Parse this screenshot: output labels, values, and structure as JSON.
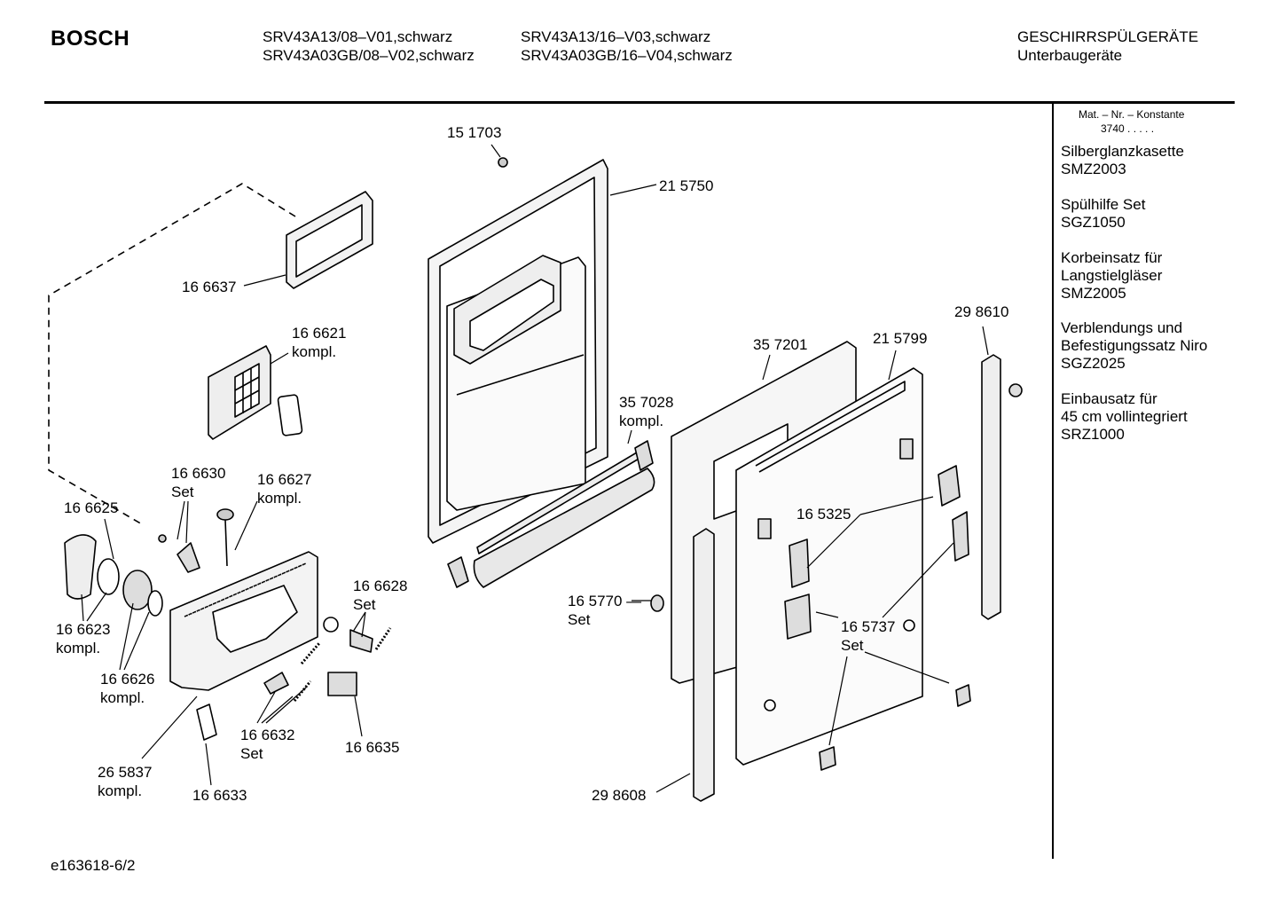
{
  "header": {
    "brand": "BOSCH",
    "models_col1": [
      "SRV43A13/08–V01,schwarz",
      "SRV43A03GB/08–V02,schwarz"
    ],
    "models_col2": [
      "SRV43A13/16–V03,schwarz",
      "SRV43A03GB/16–V04,schwarz"
    ],
    "category_title": "GESCHIRRSPÜLGERÄTE",
    "category_subtitle": "Unterbaugeräte"
  },
  "sidebar": {
    "mat_header": "Mat. – Nr. – Konstante",
    "mat_value": "3740  .  .  .  .  .",
    "accessories": [
      {
        "text": "Silberglanzkasette\nSMZ2003"
      },
      {
        "text": "Spülhilfe Set\nSGZ1050"
      },
      {
        "text": "Korbeinsatz für\nLangstielgläser\nSMZ2005"
      },
      {
        "text": "Verblendungs und\nBefestigungssatz Niro\nSGZ2025"
      },
      {
        "text": "Einbausatz für\n45 cm vollintegriert\nSRZ1000"
      }
    ]
  },
  "parts": [
    {
      "label": "15 1703"
    },
    {
      "label": "21 5750"
    },
    {
      "label": "16 6637"
    },
    {
      "label": "16 6621\nkompl."
    },
    {
      "label": "29 8610"
    },
    {
      "label": "35 7201"
    },
    {
      "label": "21 5799"
    },
    {
      "label": "35 7028\nkompl."
    },
    {
      "label": "16 6630\nSet"
    },
    {
      "label": "16 6627\nkompl."
    },
    {
      "label": "16 6625"
    },
    {
      "label": "16 5325"
    },
    {
      "label": "16 6628\nSet"
    },
    {
      "label": "16 5770 —\nSet"
    },
    {
      "label": "16 5737\nSet"
    },
    {
      "label": "16 6623\nkompl."
    },
    {
      "label": "16 6626\nkompl."
    },
    {
      "label": "16 6632\nSet"
    },
    {
      "label": "16 6635"
    },
    {
      "label": "26 5837\nkompl."
    },
    {
      "label": "16 6633"
    },
    {
      "label": "29 8608"
    }
  ],
  "footer": {
    "code": "e163618-6/2"
  }
}
